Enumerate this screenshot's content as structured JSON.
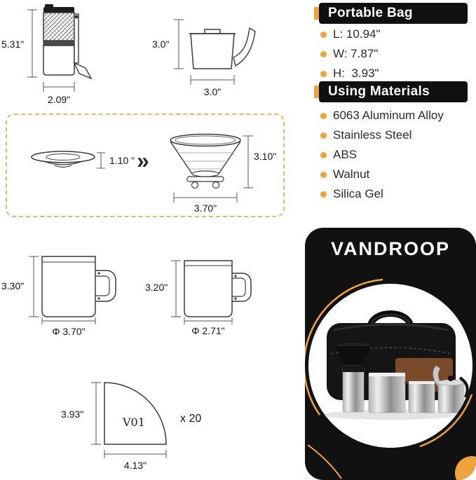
{
  "colors": {
    "accent": "#EFA33C",
    "dashed_border": "#E9B470",
    "panel_bg": "#111111",
    "ink": "#2b2b2b"
  },
  "specs": {
    "portable_bag": {
      "title": "Portable Bag",
      "items": [
        "L: 10.94\"",
        "W: 7.87\"",
        "H:  3.93\""
      ]
    },
    "materials": {
      "title": "Using Materials",
      "items": [
        "6063 Aluminum Alloy",
        "Stainless Steel",
        "ABS",
        "Walnut",
        "Silica Gel"
      ]
    }
  },
  "brand": {
    "name": "VANDROOP"
  },
  "diagrams": {
    "grinder": {
      "height": "5.31\"",
      "width": "2.09\""
    },
    "kettle": {
      "height": "3.0\"",
      "width": "3.0\""
    },
    "dripper": {
      "collapsed_height": "1.10 \"",
      "arrow": "»",
      "expanded_height": "3.10\"",
      "expanded_width": "3.70\""
    },
    "mug_large": {
      "height": "3.30\"",
      "diameter": "Φ 3.70\""
    },
    "mug_small": {
      "height": "3.20\"",
      "diameter": "Φ 2.71\""
    },
    "filter": {
      "height": "3.93\"",
      "width": "4.13\"",
      "code": "V01",
      "quantity": "x 20"
    }
  }
}
